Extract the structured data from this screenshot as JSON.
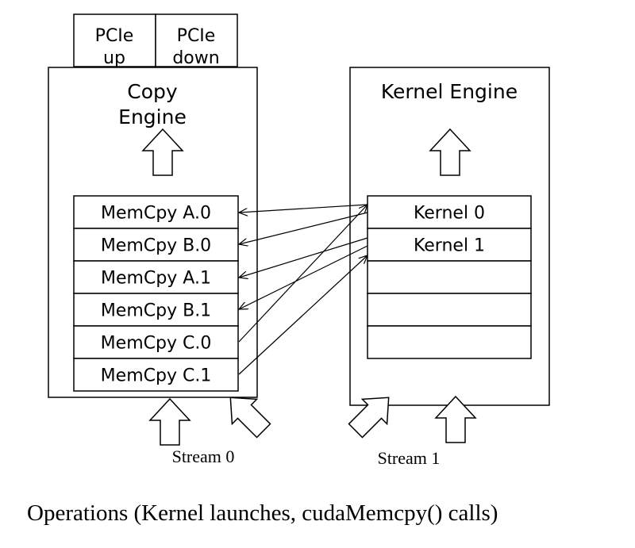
{
  "pcie": {
    "up": [
      "PCIe",
      "up"
    ],
    "down": [
      "PCIe",
      "down"
    ]
  },
  "copy_engine": {
    "title_lines": [
      "Copy",
      "Engine"
    ],
    "queue": [
      "MemCpy A.0",
      "MemCpy B.0",
      "MemCpy A.1",
      "MemCpy B.1",
      "MemCpy C.0",
      "MemCpy C.1"
    ]
  },
  "kernel_engine": {
    "title": "Kernel Engine",
    "queue": [
      "Kernel 0",
      "Kernel 1",
      "",
      "",
      ""
    ]
  },
  "streams": {
    "stream0": "Stream 0",
    "stream1": "Stream 1"
  },
  "caption": "Operations (Kernel launches, cudaMemcpy() calls)"
}
